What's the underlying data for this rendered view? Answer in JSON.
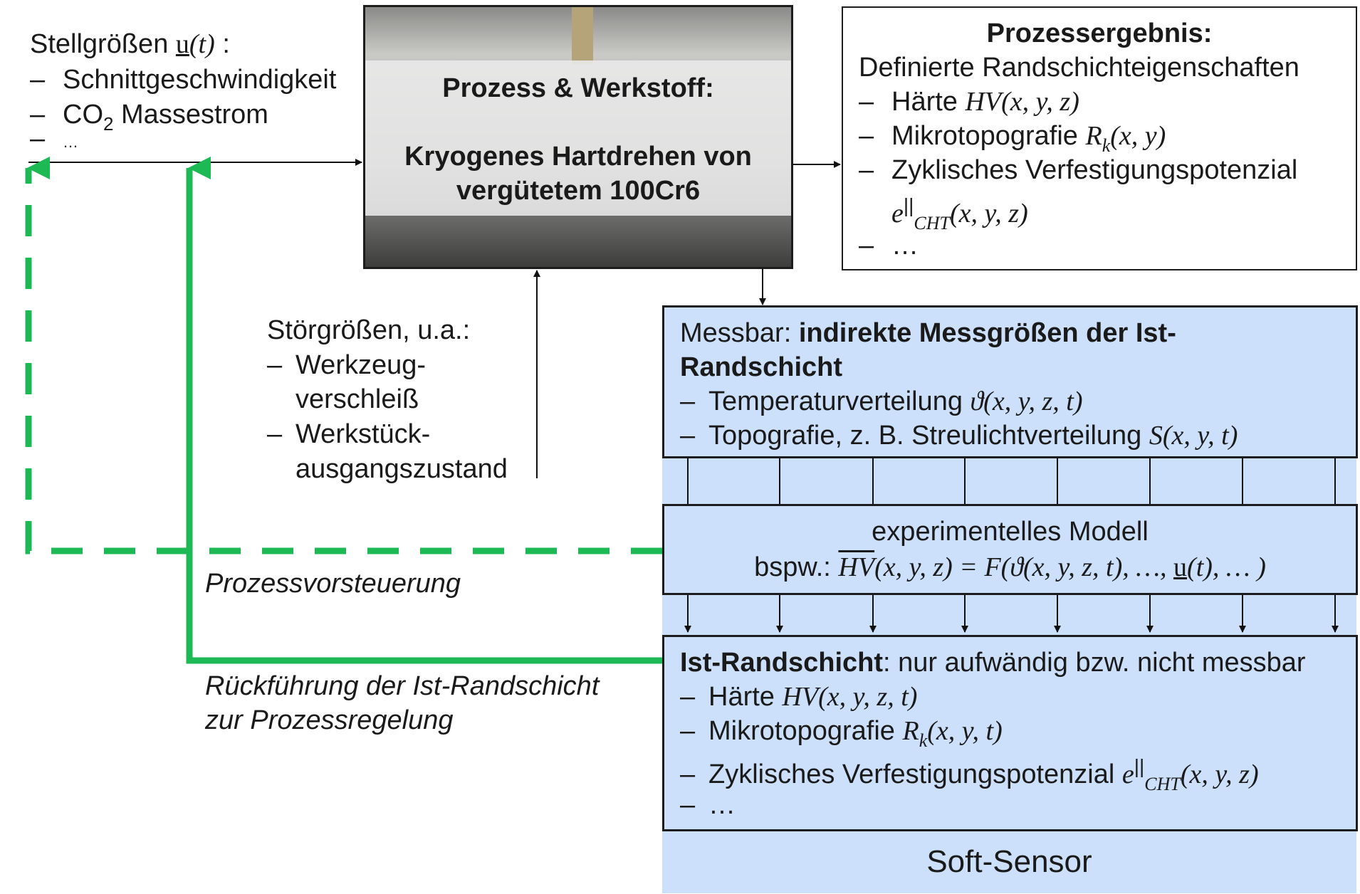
{
  "stellgroessen": {
    "title": "Stellgrößen",
    "symbol": "u",
    "arg": "(t)",
    "colon": " :",
    "items": [
      "Schnittgeschwindigkeit",
      "CO",
      "…"
    ],
    "co2_sub": "2",
    "co2_rest": " Massestrom"
  },
  "process": {
    "line1": "Prozess & Werkstoff:",
    "line2": "Kryogenes Hartdrehen von",
    "line3": "vergütetem 100Cr6"
  },
  "result": {
    "title": "Prozessergebnis:",
    "subtitle": "Definierte Randschichteigenschaften",
    "haerte": "Härte",
    "haerte_math": "HV(x, y, z)",
    "mikro": "Mikrotopografie",
    "mikro_math_base": "R",
    "mikro_math_sub": "k",
    "mikro_math_arg": "(x, y)",
    "zyk": "Zyklisches Verfestigungspotenzial",
    "e_base": "e",
    "e_sup": "||",
    "e_sub": "CHT",
    "e_arg": "(x, y, z)",
    "ellipsis": "…"
  },
  "stoer": {
    "title": "Störgrößen, u.a.:",
    "item1a": "Werkzeug-",
    "item1b": "verschleiß",
    "item2a": "Werkstück-",
    "item2b": "ausgangszustand"
  },
  "messbar": {
    "prefix": "Messbar: ",
    "bold1": "indirekte Messgrößen der Ist-",
    "bold2": "Randschicht",
    "temp": "Temperaturverteilung",
    "temp_math": "ϑ(x, y, z, t)",
    "topo": "Topografie, z. B. Streulichtverteilung",
    "topo_math": "S(x, y, t)"
  },
  "modell": {
    "title": "experimentelles Modell",
    "prefix": "bspw.: ",
    "formula_a": "HV",
    "formula_b": "(x, y, z) = F(ϑ(x, y, z, t), …, ",
    "formula_u": "u",
    "formula_c": "(t), … )"
  },
  "ist": {
    "bold": "Ist-Randschicht",
    "rest": ": nur aufwändig bzw. nicht messbar",
    "haerte": "Härte",
    "haerte_math": "HV(x, y, z, t)",
    "mikro": "Mikrotopografie",
    "mikro_math_base": "R",
    "mikro_math_sub": "k",
    "mikro_math_arg": "(x, y, t)",
    "zyk": "Zyklisches Verfestigungspotenzial",
    "e_base": "e",
    "e_sup": "||",
    "e_sub": "CHT",
    "e_arg": "(x, y, z)",
    "ellipsis": "…"
  },
  "softsensor": "Soft-Sensor",
  "labels": {
    "vorsteuerung": "Prozessvorsteuerung",
    "rueck1": "Rückführung der Ist-Randschicht",
    "rueck2": "zur Prozessregelung"
  },
  "dash": "–",
  "colors": {
    "green": "#1db954",
    "blue": "#cce0fc"
  }
}
